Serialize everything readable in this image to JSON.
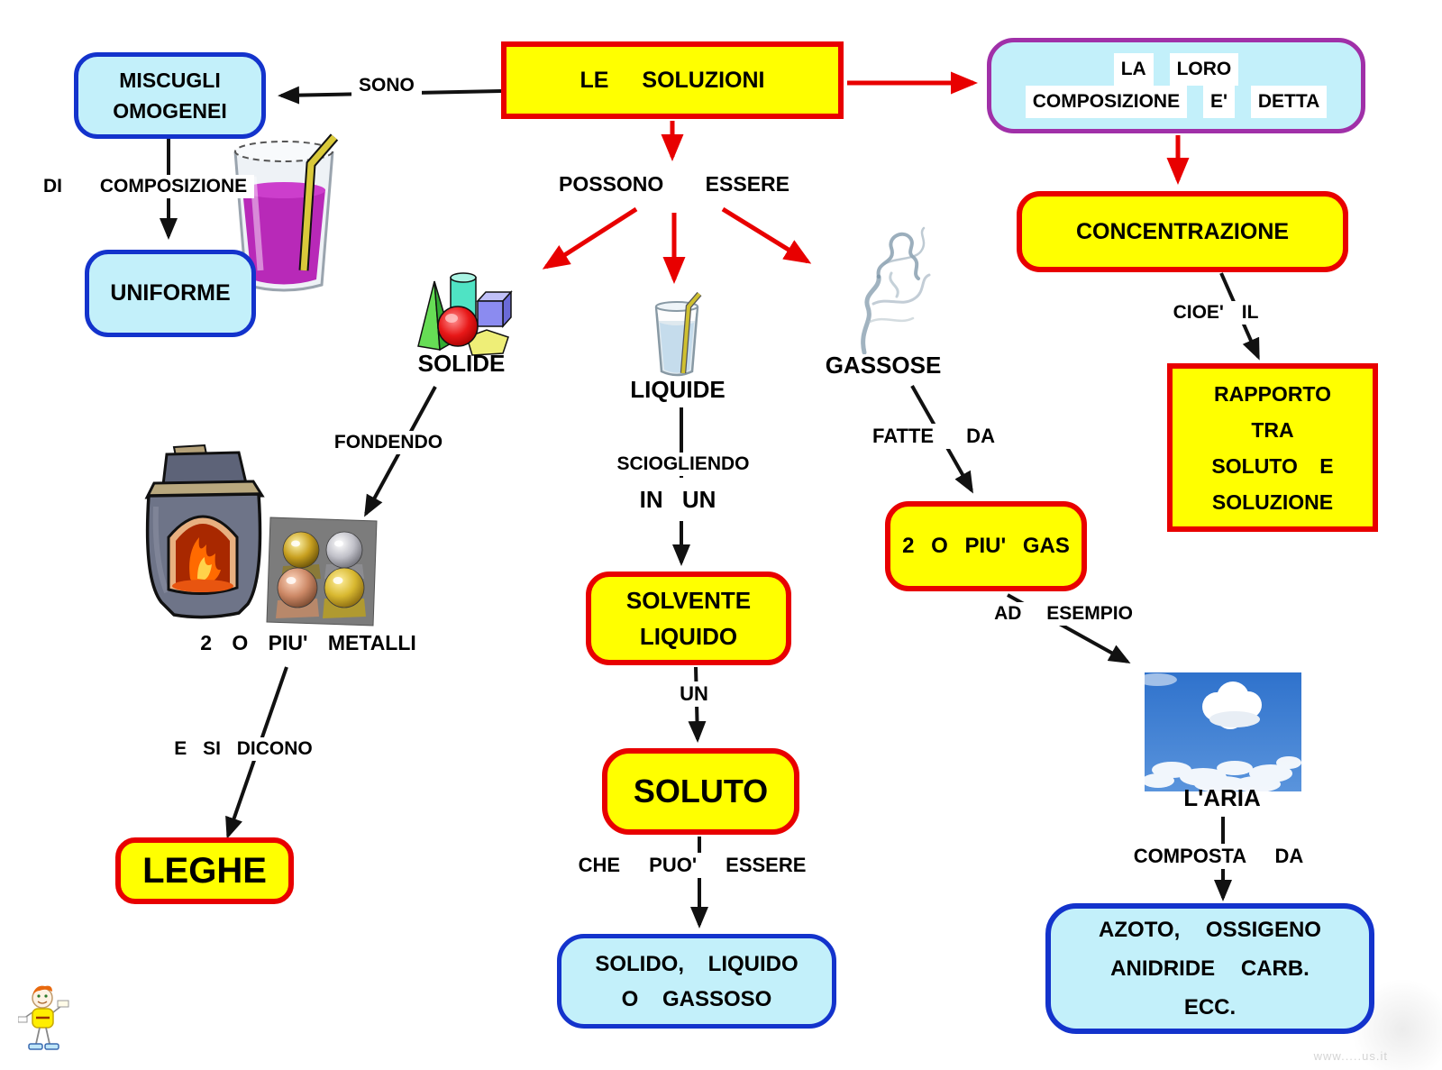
{
  "nodes": {
    "le_soluzioni": "LE SOLUZIONI",
    "miscugli": {
      "l1": "MISCUGLI",
      "l2": "OMOGENEI"
    },
    "uniforme": "UNIFORME",
    "la_loro": {
      "w1": "LA",
      "w2": "LORO",
      "w3": "COMPOSIZIONE",
      "w4": "E'",
      "w5": "DETTA"
    },
    "concentrazione": "CONCENTRAZIONE",
    "rapporto": {
      "l1": "RAPPORTO",
      "l2": "TRA",
      "l3": "SOLUTO E",
      "l4": "SOLUZIONE"
    },
    "solvente": {
      "l1": "SOLVENTE",
      "l2": "LIQUIDO"
    },
    "soluto": "SOLUTO",
    "solido_liquido": {
      "l1": "SOLIDO, LIQUIDO",
      "l2": "O GASSOSO"
    },
    "leghe": "LEGHE",
    "due_o_piu_gas": "2 O PIU' GAS",
    "azoto": {
      "l1": "AZOTO, OSSIGENO",
      "l2": "ANIDRIDE CARB.",
      "l3": "ECC."
    }
  },
  "labels": {
    "sono": "SONO",
    "di_composizione": "DI COMPOSIZIONE",
    "possono_essere": "POSSONO ESSERE",
    "solide": "SOLIDE",
    "liquide": "LIQUIDE",
    "gassose": "GASSOSE",
    "fondendo": "FONDENDO",
    "due_o_piu_metalli": "2 O PIU' METALLI",
    "e_si_dicono": "E SI DICONO",
    "sciogliendo": "SCIOGLIENDO",
    "in_un": "IN UN",
    "un": "UN",
    "che_puo_essere": "CHE PUO' ESSERE",
    "fatte_da": "FATTE DA",
    "ad_esempio": "AD ESEMPIO",
    "cioe_il": "CIOE' IL",
    "laria": "L'ARIA",
    "composta_da": "COMPOSTA DA"
  },
  "images": {
    "drink_glass": "glass-with-purple-drink",
    "solids": "geometric-solids",
    "water_glass": "glass-of-water-with-straw",
    "smoke": "smoke-wisp",
    "furnace": "furnace-with-fire",
    "metals": "four-metal-spheres",
    "sky": "blue-sky-with-clouds",
    "mascot": "stick-figure-mascot"
  },
  "colors": {
    "box_yellow": "#ffff00",
    "border_red": "#e80000",
    "box_cyan": "#c3f0fa",
    "border_blue": "#1333cc",
    "border_purple": "#a030a8",
    "arrow_red": "#e80000",
    "arrow_black": "#111111"
  },
  "watermark": "www.....us.it"
}
